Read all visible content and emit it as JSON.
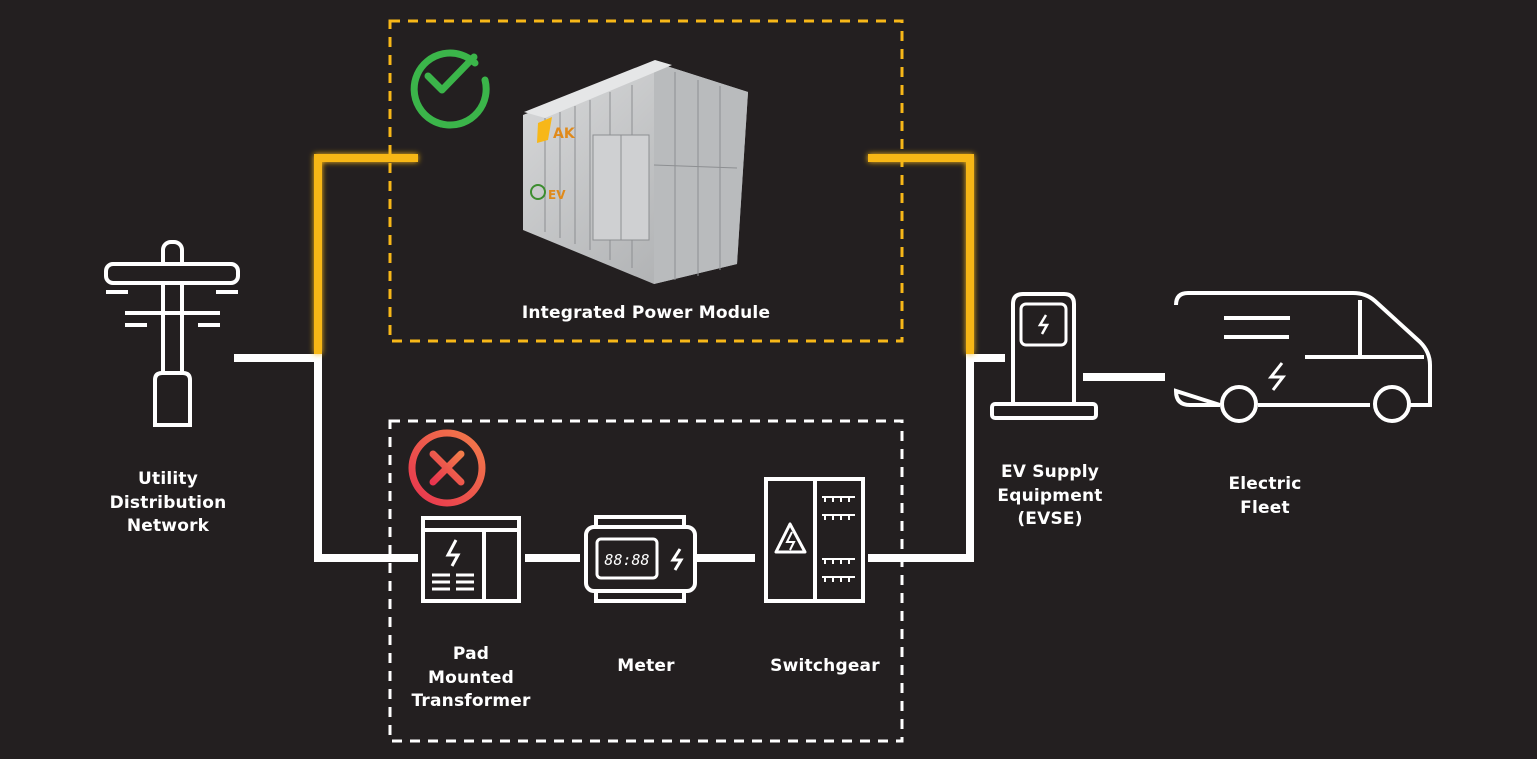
{
  "colors": {
    "background": "#231f20",
    "highlight_path": "#f7b718",
    "standard_path": "#ffffff",
    "approved": "#3bb54a",
    "rejected_start": "#e8344e",
    "rejected_end": "#f27c4a"
  },
  "nodes": {
    "utility": {
      "label_lines": [
        "Utility",
        "Distribution",
        "Network"
      ],
      "icon": "utility-pole-icon"
    },
    "ipm": {
      "label": "Integrated Power Module",
      "status_icon": "check-circle-icon",
      "image": "power-module-photo",
      "logo_top": "AK",
      "logo_bottom": "EV"
    },
    "transformer": {
      "label_lines": [
        "Pad",
        "Mounted",
        "Transformer"
      ],
      "icon": "transformer-icon"
    },
    "meter": {
      "label": "Meter",
      "icon": "meter-icon",
      "display": "88:88"
    },
    "switchgear": {
      "label": "Switchgear",
      "icon": "switchgear-icon"
    },
    "evse": {
      "label_lines": [
        "EV Supply",
        "Equipment",
        "(EVSE)"
      ],
      "icon": "ev-charger-icon"
    },
    "fleet": {
      "label_lines": [
        "Electric",
        "Fleet"
      ],
      "icon": "electric-van-icon"
    }
  },
  "groups": {
    "preferred": {
      "status": "approved",
      "status_icon": "check-circle-icon"
    },
    "traditional": {
      "status": "rejected",
      "status_icon": "x-circle-icon"
    }
  }
}
